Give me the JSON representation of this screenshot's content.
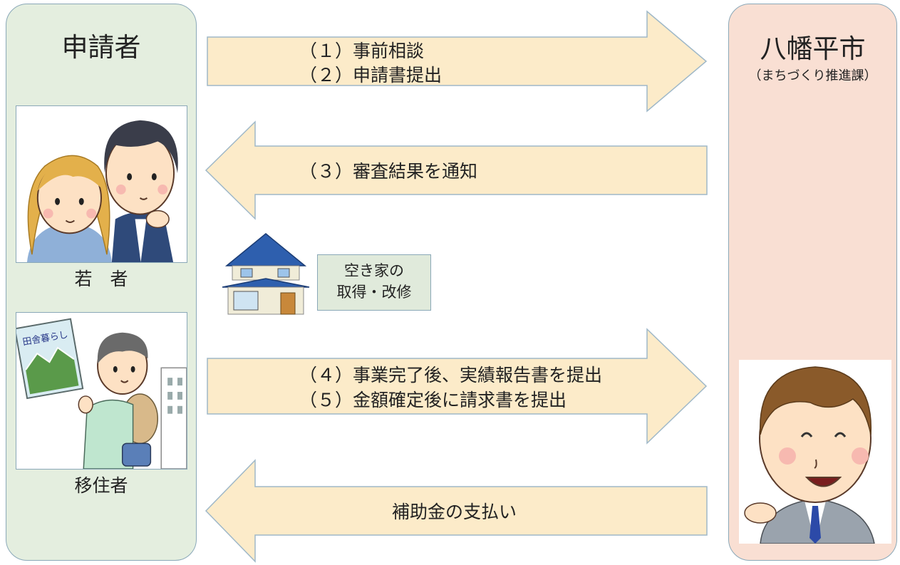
{
  "applicant": {
    "title": "申請者",
    "young_caption": "若　者",
    "migrant_caption": "移住者",
    "book_title": "田舎暮らし"
  },
  "city": {
    "title": "八幡平市",
    "department": "（まちづくり推進課）"
  },
  "flows": {
    "step1": "（１）事前相談",
    "step2": "（２）申請書提出",
    "step3": "（３）審査結果を通知",
    "step4": "（４）事業完了後、実績報告書を提出",
    "step5": "（５）金額確定後に請求書を提出",
    "payment": "補助金の支払い"
  },
  "house": {
    "line1": "空き家の",
    "line2": "取得・改修"
  },
  "colors": {
    "arrow_fill": "#fcebc9",
    "arrow_stroke": "#9fb8c8",
    "left_panel": "#e4eedf",
    "right_panel": "#f9dfd3"
  }
}
